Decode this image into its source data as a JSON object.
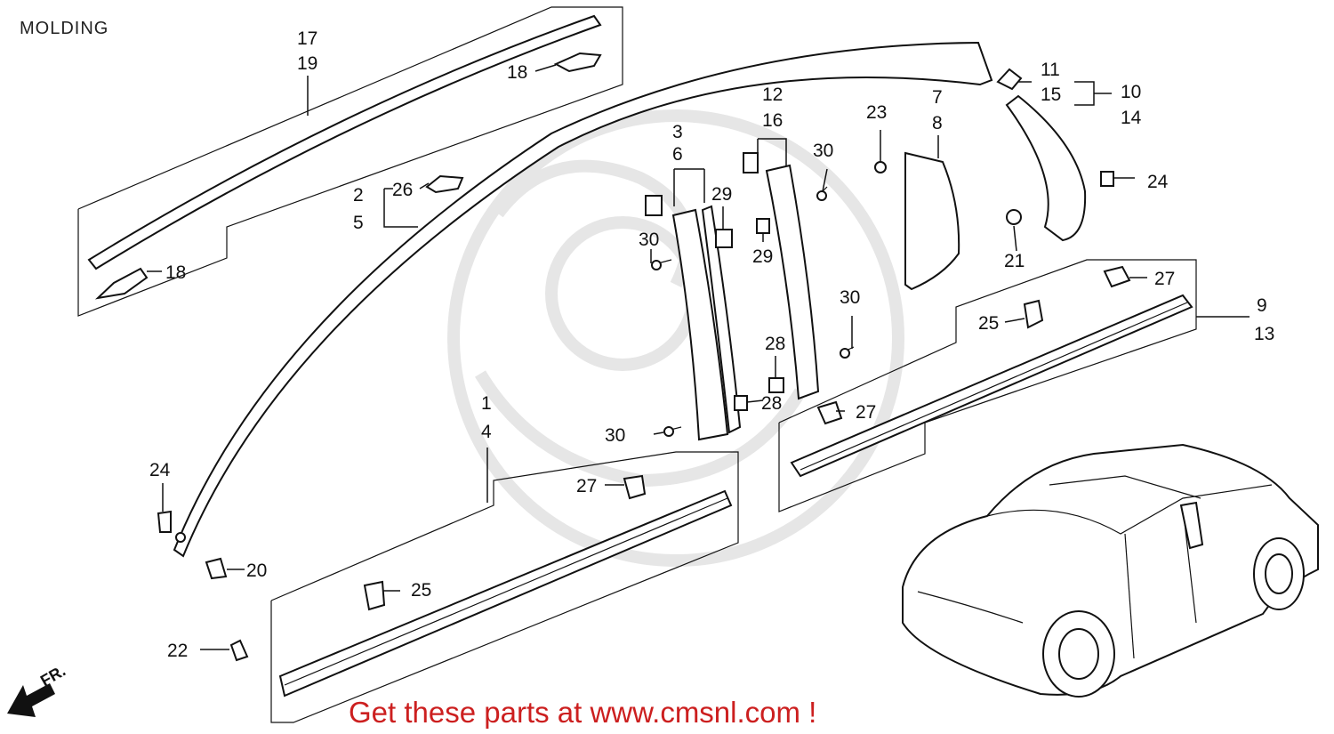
{
  "title": "MOLDING",
  "footer_link": "Get these parts at www.cmsnl.com !",
  "direction_label": "FR.",
  "colors": {
    "line": "#111111",
    "footer": "#cc1f1f",
    "watermark": "#e6e6e6"
  },
  "callouts": {
    "c17": "17",
    "c19": "19",
    "c18a": "18",
    "c18b": "18",
    "c2": "2",
    "c5": "5",
    "c26": "26",
    "c3": "3",
    "c6": "6",
    "c12": "12",
    "c16": "16",
    "c29a": "29",
    "c29b": "29",
    "c30a": "30",
    "c30b": "30",
    "c30c": "30",
    "c30d": "30",
    "c7": "7",
    "c8": "8",
    "c23": "23",
    "c11": "11",
    "c15": "15",
    "c10": "10",
    "c14": "14",
    "c24a": "24",
    "c24b": "24",
    "c21": "21",
    "c27a": "27",
    "c27b": "27",
    "c27c": "27",
    "c25a": "25",
    "c25b": "25",
    "c9": "9",
    "c13": "13",
    "c28a": "28",
    "c28b": "28",
    "c1": "1",
    "c4": "4",
    "c20": "20",
    "c22": "22"
  }
}
